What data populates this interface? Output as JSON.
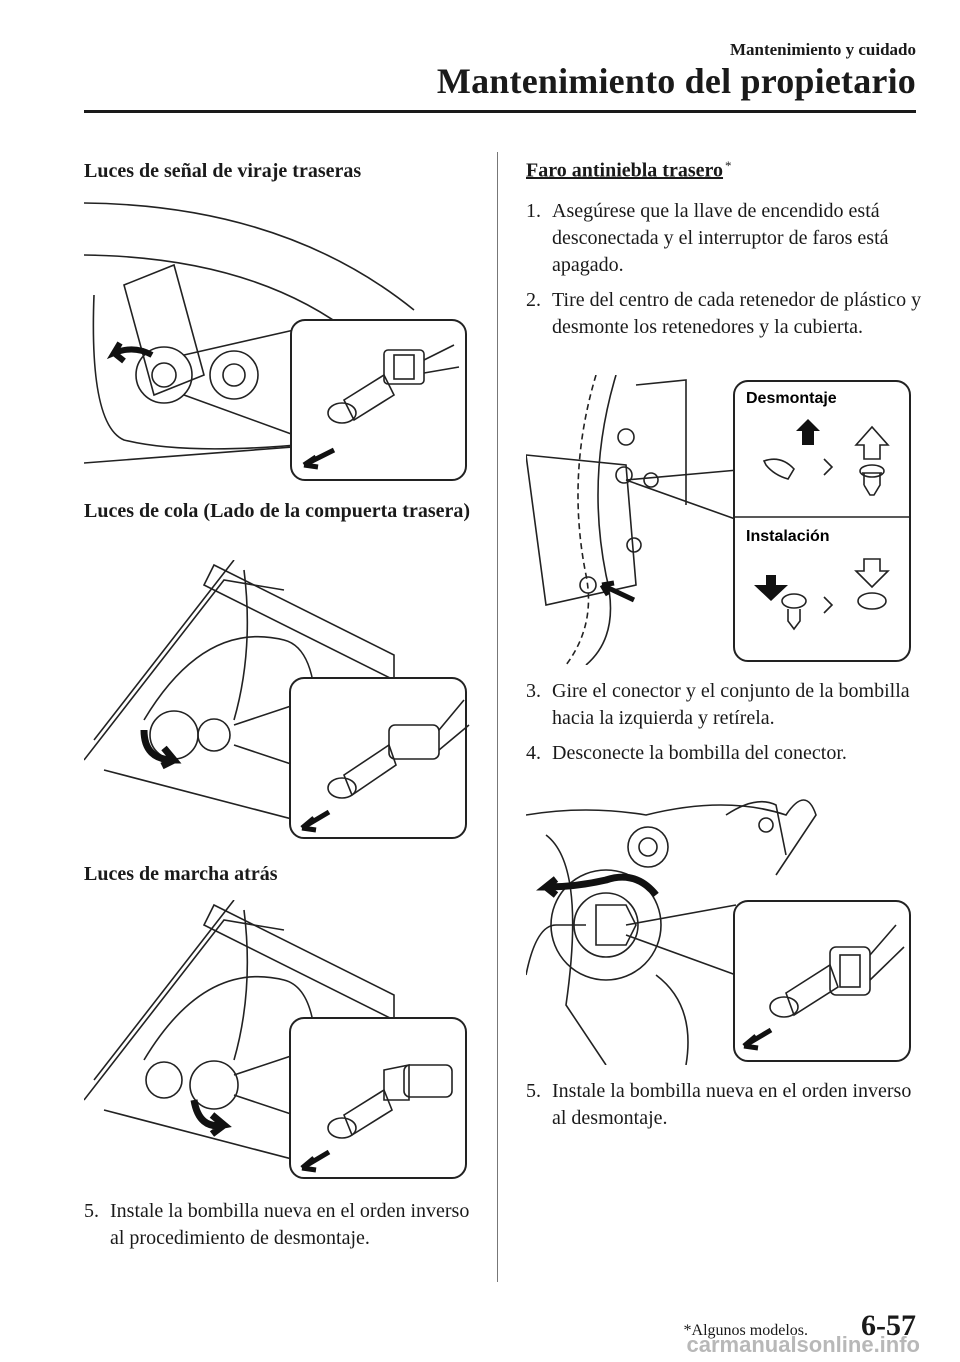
{
  "header": {
    "section": "Mantenimiento y cuidado",
    "chapter": "Mantenimiento del propietario"
  },
  "left": {
    "h1": "Luces de señal de viraje traseras",
    "h2": "Luces de cola (Lado de la compuerta trasera)",
    "h3": "Luces de marcha atrás",
    "step5": {
      "num": "5.",
      "text": "Instale la bombilla nueva en el orden inverso al procedimiento de desmontaje."
    }
  },
  "right": {
    "fog_title": "Faro antiniebla trasero",
    "fog_star": "*",
    "steps": [
      {
        "num": "1.",
        "text": "Asegúrese que la llave de encendido está desconectada y el interruptor de faros está apagado."
      },
      {
        "num": "2.",
        "text": "Tire del centro de cada retenedor de plástico y desmonte los retenedores y la cubierta."
      },
      {
        "num": "3.",
        "text": "Gire el conector y el conjunto de la bombilla hacia la izquierda y retírela."
      },
      {
        "num": "4.",
        "text": "Desconecte la bombilla del conector."
      },
      {
        "num": "5.",
        "text": "Instale la bombilla nueva en el orden inverso al desmontaje."
      }
    ],
    "diagram_labels": {
      "removal": "Desmontaje",
      "installation": "Instalación"
    }
  },
  "footer": {
    "note": "*Algunos modelos.",
    "page": "6-57",
    "watermark": "carmanualsonline.info"
  }
}
